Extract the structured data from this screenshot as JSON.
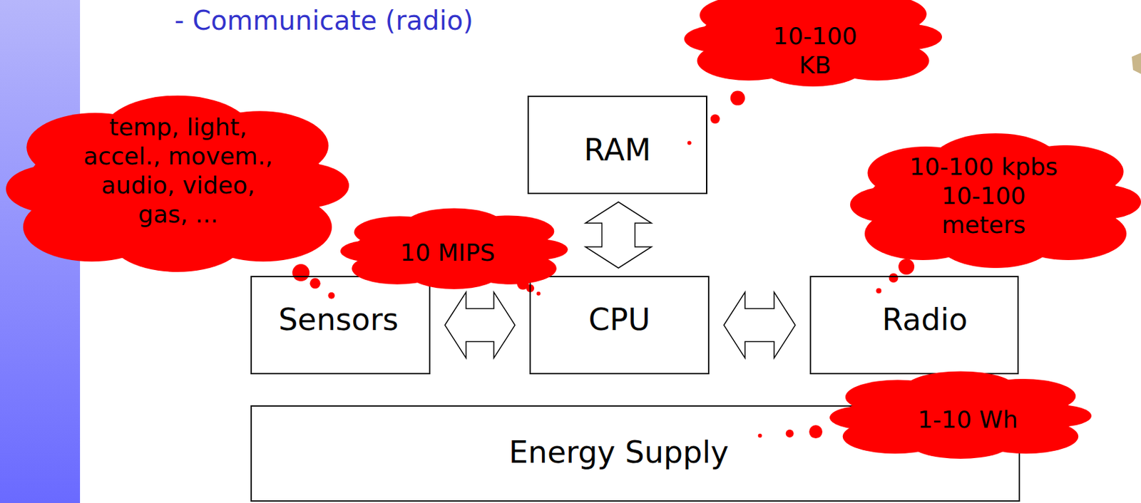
{
  "diagram": {
    "nodes": [
      {
        "text": [
          "10-100 KB"
        ]
      },
      {
        "text": [
          "RAM"
        ]
      },
      {
        "text": [
          "temp, light, accel., movem., audio, video, gas, ..."
        ]
      },
      {
        "text": [
          "10 MIPS"
        ]
      },
      {
        "text": [
          "10-100 kpbs 10-100 meters"
        ]
      },
      {
        "text": [
          "Sensors"
        ]
      },
      {
        "text": [
          "CPU"
        ]
      },
      {
        "text": [
          "Radio"
        ]
      },
      {
        "text": [
          "1-10 Wh"
        ]
      },
      {
        "text": [
          "Energy Supply"
        ]
      }
    ],
    "edges": [
      {
        "from": 1,
        "to": 6,
        "arrow": "both"
      },
      {
        "from": 5,
        "to": 6,
        "arrow": "both"
      },
      {
        "from": 6,
        "to": 7,
        "arrow": "both"
      },
      {
        "from": 0,
        "to": 1,
        "arrow": "none"
      },
      {
        "from": 2,
        "to": 5,
        "arrow": "none"
      },
      {
        "from": 3,
        "to": 6,
        "arrow": "none"
      },
      {
        "from": 4,
        "to": 7,
        "arrow": "none"
      },
      {
        "from": 8,
        "to": 9,
        "arrow": "none"
      }
    ],
    "labels": [
      "- Communicate (radio)"
    ]
  }
}
